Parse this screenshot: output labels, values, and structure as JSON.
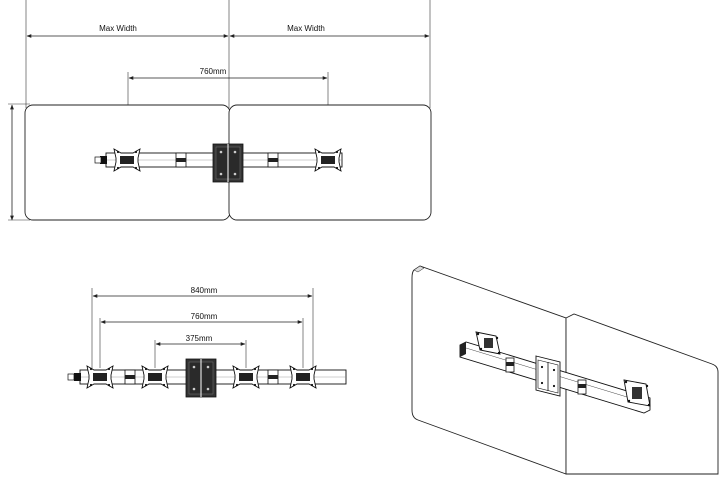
{
  "top_view": {
    "left_width_label": "Max Width",
    "right_width_label": "Max Width",
    "spacing_label": "760mm"
  },
  "bottom_view": {
    "outer_label": "840mm",
    "middle_label": "760mm",
    "inner_label": "375mm"
  }
}
